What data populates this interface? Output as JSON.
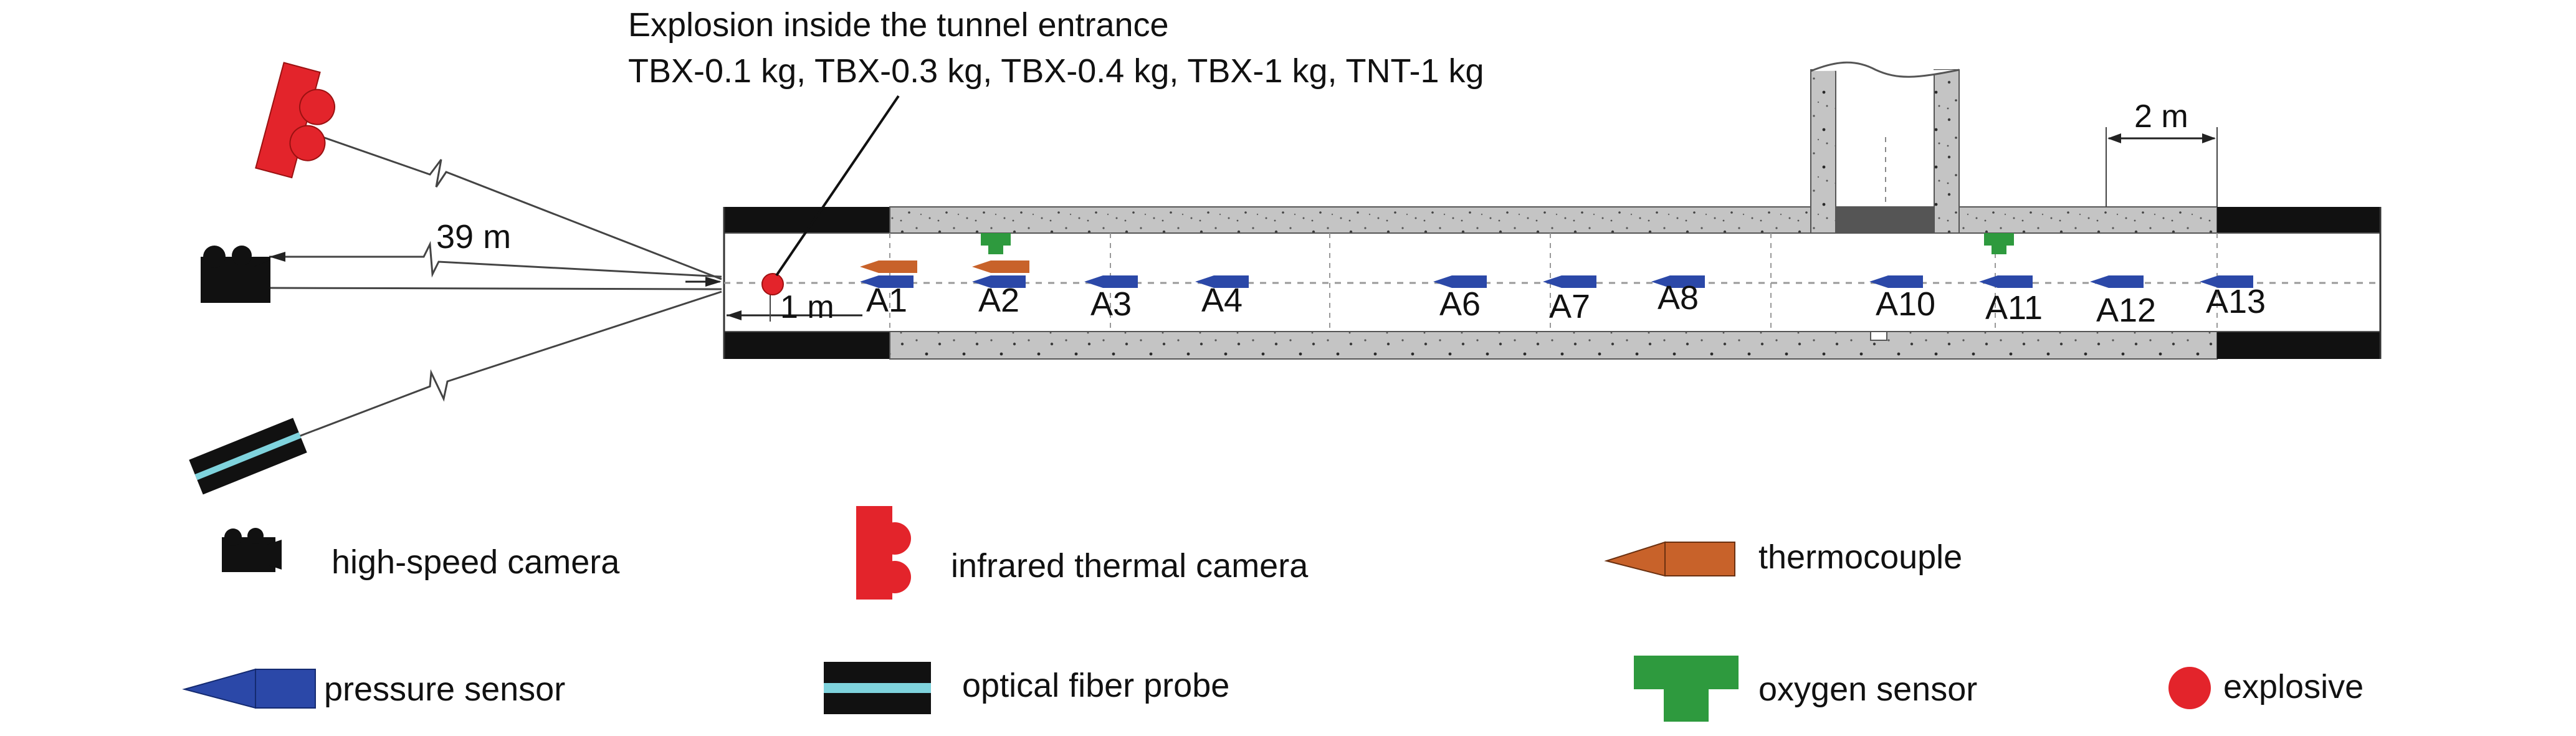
{
  "annotation": {
    "line1": "Explosion inside the tunnel entrance",
    "line2": "TBX-0.1 kg, TBX-0.3 kg, TBX-0.4 kg, TBX-1 kg, TNT-1 kg"
  },
  "dimensions": {
    "distance_39": "39 m",
    "distance_1": "1 m",
    "distance_2": "2 m"
  },
  "sensors": [
    {
      "id": "A1",
      "label": "A1",
      "thermocouple": true,
      "oxygen": true
    },
    {
      "id": "A2",
      "label": "A2",
      "thermocouple": true,
      "oxygen": false
    },
    {
      "id": "A3",
      "label": "A3",
      "thermocouple": false,
      "oxygen": false
    },
    {
      "id": "A4",
      "label": "A4",
      "thermocouple": false,
      "oxygen": false
    },
    {
      "id": "A6",
      "label": "A6",
      "thermocouple": false,
      "oxygen": false
    },
    {
      "id": "A7",
      "label": "A7",
      "thermocouple": false,
      "oxygen": false
    },
    {
      "id": "A8",
      "label": "A8",
      "thermocouple": false,
      "oxygen": false
    },
    {
      "id": "A10",
      "label": "A10",
      "thermocouple": false,
      "oxygen": false
    },
    {
      "id": "A11",
      "label": "A11",
      "thermocouple": false,
      "oxygen": true
    },
    {
      "id": "A12",
      "label": "A12",
      "thermocouple": false,
      "oxygen": false
    },
    {
      "id": "A13",
      "label": "A13",
      "thermocouple": false,
      "oxygen": false
    }
  ],
  "legend": {
    "high_speed_camera": "high-speed camera",
    "infrared_thermal_camera": "infrared thermal camera",
    "thermocouple": "thermocouple",
    "pressure_sensor": "pressure sensor",
    "optical_fiber_probe": "optical fiber probe",
    "oxygen_sensor": "oxygen sensor",
    "explosive": "explosive"
  },
  "colors": {
    "concrete": "#c4c4c4",
    "black_segment": "#111111",
    "pressure_sensor": "#2b48a8",
    "thermocouple": "#c8622a",
    "oxygen_sensor": "#2e9a3e",
    "explosive": "#e3242b",
    "ir_camera": "#e3242b",
    "fiber_stripe": "#7fd3dd"
  }
}
